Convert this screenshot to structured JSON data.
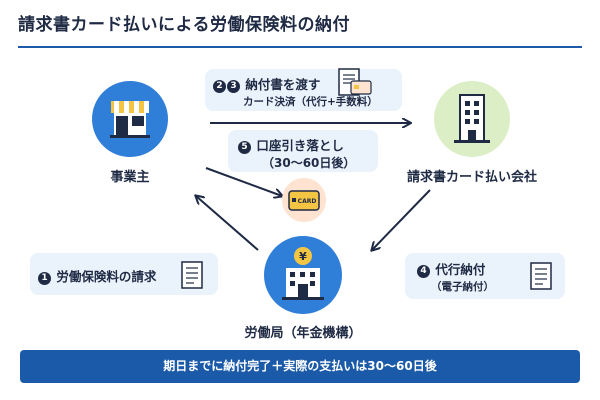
{
  "header": {
    "title": "請求書カード払いによる労働保険料の納付"
  },
  "nodes": {
    "employer": {
      "label": "事業主"
    },
    "card_company": {
      "label": "請求書カード払い会社"
    },
    "labor_bureau": {
      "label": "労働局（年金機構）",
      "emblem": "¥"
    }
  },
  "steps": {
    "step1": {
      "badge": "1",
      "text": "労働保険料の請求"
    },
    "step23": {
      "badges": [
        "2",
        "3"
      ],
      "text": "納付書を渡す",
      "sub": "カード決済（代行+手数料）"
    },
    "step4": {
      "badge": "4",
      "text": "代行納付",
      "sub": "（電子納付）"
    },
    "step5": {
      "badge": "5",
      "text": "口座引き落とし",
      "sub": "（30〜60日後）"
    }
  },
  "card": {
    "text": "CARD"
  },
  "footer": {
    "banner": "期日までに納付完了＋実際の支払いは30〜60日後"
  },
  "colors": {
    "accent": "#1b5aa8",
    "dark": "#1f2a44",
    "bubble": "#eaf2fb",
    "circle_blue": "#2f7ed8",
    "circle_green": "#dbeec5",
    "card_circle": "#fde3d0",
    "card_yellow": "#f4c542"
  },
  "icons": [
    "storefront-icon",
    "office-building-icon",
    "government-building-icon",
    "document-icon",
    "invoice-card-icon",
    "credit-card-icon"
  ]
}
